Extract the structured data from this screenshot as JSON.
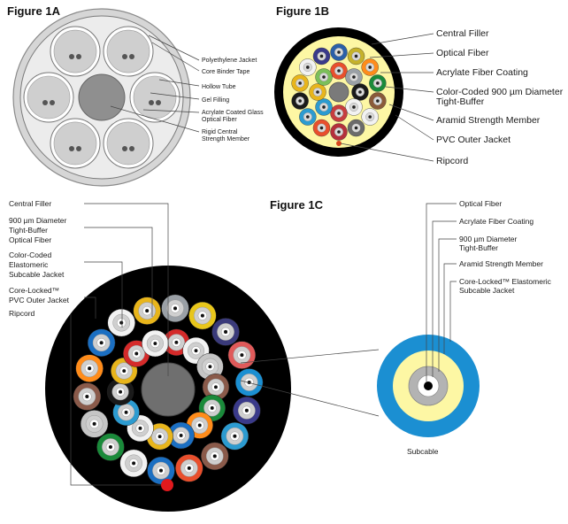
{
  "figure_1a": {
    "title": "Figure 1A",
    "labels": [
      "Polyethylene Jacket",
      "Core Binder Tape",
      "Hollow Tube",
      "Gel Filling",
      "Acrylate Coated Glass",
      "Optical Fiber",
      "Rigid Central",
      "Strength Member"
    ]
  },
  "figure_1b": {
    "title": "Figure 1B",
    "labels": [
      "Central Filler",
      "Optical Fiber",
      "Acrylate Fiber Coating",
      "Color-Coded 900 µm Diameter",
      "Tight-Buffer",
      "Aramid Strength Member",
      "PVC Outer Jacket",
      "Ripcord"
    ]
  },
  "figure_1c": {
    "title": "Figure 1C",
    "left_labels": [
      "Central Filler",
      "900 µm Diameter",
      "Tight-Buffer",
      "Optical Fiber",
      "Color-Coded",
      "Elastomeric",
      "Subcable Jacket",
      "Core-Locked™",
      "PVC Outer Jacket",
      "Ripcord"
    ],
    "right_labels": [
      "Optical Fiber",
      "Acrylate Fiber Coating",
      "900 µm Diameter",
      "Tight-Buffer",
      "Aramid Strength Member",
      "Core-Locked™ Elastomeric",
      "Subcable Jacket"
    ],
    "subcable_caption": "Subcable"
  },
  "colors": {
    "jacket_black": "#000000",
    "aramid_yellow": "#fdf7a4",
    "subcable_blue": "#1b8fd2",
    "ripcord_red": "#e0191d",
    "central_filler_gray": "#7a7a7a"
  }
}
